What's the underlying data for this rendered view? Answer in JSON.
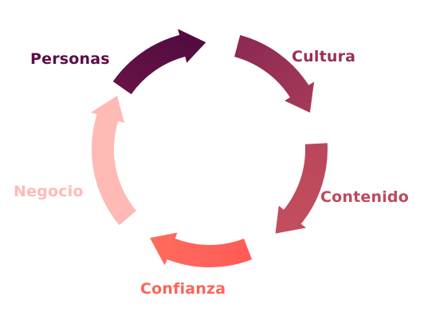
{
  "diagram": {
    "stages": [
      {
        "label": "Personas",
        "color": "#5c0c45"
      },
      {
        "label": "Cultura",
        "color": "#9a2f55"
      },
      {
        "label": "Contenido",
        "color": "#c0485c"
      },
      {
        "label": "Confianza",
        "color": "#ff6359"
      },
      {
        "label": "Negocio",
        "color": "#ffbab5"
      }
    ]
  }
}
